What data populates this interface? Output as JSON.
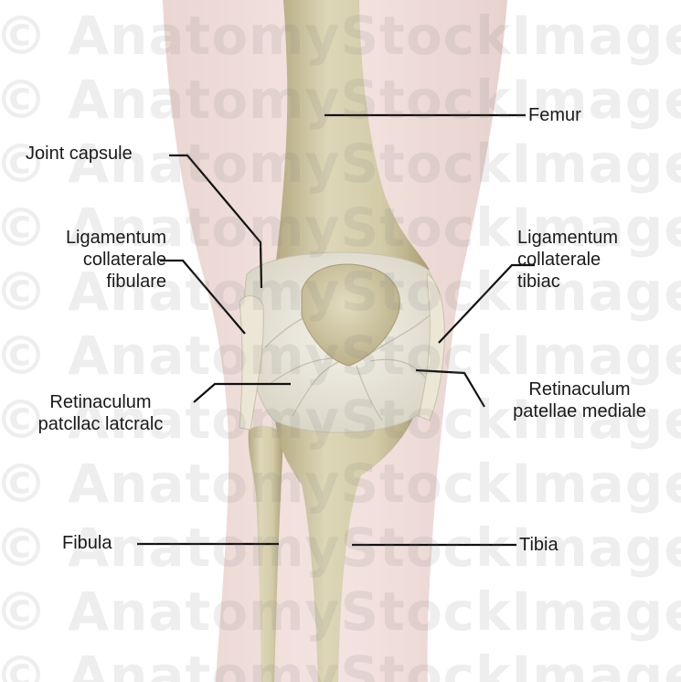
{
  "watermark": "© AnatomyStockImages.c",
  "labels": {
    "femur": "Femur",
    "joint_capsule": "Joint capsule",
    "lig_fib": [
      "Ligamentum",
      "collaterale",
      "fibulare"
    ],
    "lig_tib": [
      "Ligamentum",
      "collaterale",
      "tibiac"
    ],
    "ret_lat": [
      "Retinaculum",
      "patcllac latcralc"
    ],
    "ret_med": [
      "Retinaculum",
      "patellae mediale"
    ],
    "fibula": "Fibula",
    "tibia": "Tibia"
  },
  "colors": {
    "bone": "#d9d2b2",
    "bone_shadow": "#b6ab84",
    "skin": "#f1dedb",
    "capsule": "#ebe8dc",
    "line": "#111111"
  }
}
